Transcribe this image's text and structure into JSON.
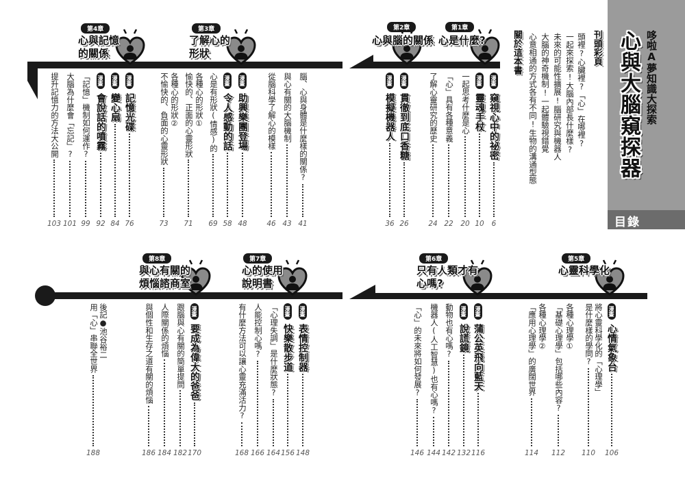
{
  "book": {
    "series": "哆啦A夢知識大探索",
    "title": "心與大腦窺探器",
    "toc_label": "目錄"
  },
  "front": {
    "color_pages_label": "刊頭彩頁",
    "color_pages_lines": [
      "頭裡?心臟裡?「心」在哪裡?",
      "一起來探索!大腦內部長什麼樣?",
      "未來的可能性擴展!腦研究與機器人",
      "大腦的神奇機制!一起體驗視錯覺",
      "心意相通的方式各有不同!生物的溝通型態"
    ],
    "about_label": "關於這本書"
  },
  "comic_badge": "漫畫",
  "chapters": [
    {
      "number": "第1章",
      "title_lines": [
        "心是什麼?"
      ]
    },
    {
      "number": "第2章",
      "title_lines": [
        "心與腦的關係"
      ]
    },
    {
      "number": "第3章",
      "title_lines": [
        "了解心的",
        "形狀"
      ]
    },
    {
      "number": "第4章",
      "title_lines": [
        "心與記憶",
        "的關係"
      ]
    },
    {
      "number": "第5章",
      "title_lines": [
        "心靈科學化"
      ]
    },
    {
      "number": "第6章",
      "title_lines": [
        "只有人類才有",
        "心嗎?"
      ]
    },
    {
      "number": "第7章",
      "title_lines": [
        "心的使用",
        "說明書"
      ]
    },
    {
      "number": "第8章",
      "title_lines": [
        "與心有關的",
        "煩惱諮商室"
      ]
    }
  ],
  "entries": [
    {
      "comic": true,
      "lines": [
        "窺視心中的祕密"
      ],
      "page": "6"
    },
    {
      "comic": true,
      "lines": [
        "靈魂手杖"
      ],
      "page": "10"
    },
    {
      "comic": false,
      "lines": [
        "一起思考什麼是心"
      ],
      "page": "20"
    },
    {
      "comic": false,
      "lines": [
        "「心」具有各種意義"
      ],
      "page": "22"
    },
    {
      "comic": false,
      "lines": [
        "了解心靈研究的歷史"
      ],
      "page": "24"
    },
    {
      "comic": true,
      "lines": [
        "貫徹到底口香糖"
      ],
      "page": "26"
    },
    {
      "comic": true,
      "lines": [
        "模擬機器人"
      ],
      "page": "36"
    },
    {
      "comic": false,
      "lines": [
        "腦、心與身體是什麼樣的關係?"
      ],
      "page": "41"
    },
    {
      "comic": false,
      "lines": [
        "與心有關的大腦機制"
      ],
      "page": "43"
    },
    {
      "comic": false,
      "lines": [
        "從腦科學了解心的模樣"
      ],
      "page": "46"
    },
    {
      "comic": true,
      "lines": [
        "助興樂團登場"
      ],
      "page": "48"
    },
    {
      "comic": true,
      "lines": [
        "令人感動的話"
      ],
      "page": "58"
    },
    {
      "comic": false,
      "lines": [
        "心是有形狀(情感)的"
      ],
      "page": "69"
    },
    {
      "comic": false,
      "lines": [
        "各種心的形狀①",
        "愉快的、正面的心靈形狀"
      ],
      "page": "71"
    },
    {
      "comic": false,
      "lines": [
        "各種心的形狀②",
        "不愉快的、負面的心靈形狀"
      ],
      "page": "73"
    },
    {
      "comic": true,
      "lines": [
        "記憶光碟"
      ],
      "page": "76"
    },
    {
      "comic": true,
      "lines": [
        "變心扇"
      ],
      "page": "84"
    },
    {
      "comic": true,
      "lines": [
        "會說話的噴霧"
      ],
      "page": "92"
    },
    {
      "comic": false,
      "lines": [
        "「記憶」機制如何運作?"
      ],
      "page": "99"
    },
    {
      "comic": false,
      "lines": [
        "大腦為什麼會「忘記」?"
      ],
      "page": "101"
    },
    {
      "comic": false,
      "lines": [
        "提升記憶力的方法大公開"
      ],
      "page": "103"
    },
    {
      "comic": true,
      "lines": [
        "心情氣象台"
      ],
      "page": "106"
    },
    {
      "comic": false,
      "lines": [
        "將心靈科學化的「心理學」",
        "是什麼樣的學問?"
      ],
      "page": "110"
    },
    {
      "comic": false,
      "lines": [
        "各種心理學①",
        "「基礎心理學」包括哪些內容?"
      ],
      "page": "112"
    },
    {
      "comic": false,
      "lines": [
        "各種心理學②",
        "「應用心理學」的廣闊世界"
      ],
      "page": "114"
    },
    {
      "comic": true,
      "lines": [
        "蒲公英飛向藍天"
      ],
      "page": "116"
    },
    {
      "comic": true,
      "lines": [
        "說謊鏡"
      ],
      "page": "132"
    },
    {
      "comic": false,
      "lines": [
        "動物也有心嗎?"
      ],
      "page": "142"
    },
    {
      "comic": false,
      "lines": [
        "機器人(人工智慧)也有心嗎?"
      ],
      "page": "144"
    },
    {
      "comic": false,
      "lines": [
        "「心」的未來將如何發展?"
      ],
      "page": "146"
    },
    {
      "comic": true,
      "lines": [
        "表情控制器"
      ],
      "page": "148"
    },
    {
      "comic": true,
      "lines": [
        "快樂散步道"
      ],
      "page": "156"
    },
    {
      "comic": false,
      "lines": [
        "「心理失調」是什麼狀態?"
      ],
      "page": "164"
    },
    {
      "comic": false,
      "lines": [
        "人能控制心嗎?"
      ],
      "page": "166"
    },
    {
      "comic": false,
      "lines": [
        "有什麼方法可以讓心靈充滿活力?"
      ],
      "page": "168"
    },
    {
      "comic": true,
      "lines": [
        "要成為偉大的爸爸"
      ],
      "page": "170"
    },
    {
      "comic": false,
      "lines": [
        "跟腦與心有關的簡單提問"
      ],
      "page": "182"
    },
    {
      "comic": false,
      "lines": [
        "人際關係的煩惱"
      ],
      "page": "184"
    },
    {
      "comic": false,
      "lines": [
        "與個性和生存之道有關的煩惱"
      ],
      "page": "186"
    },
    {
      "comic": false,
      "lines": [
        "後記●池谷裕二",
        "用「心」串聯全世界"
      ],
      "page": "188"
    }
  ],
  "colors": {
    "panel": "#9b9b9b",
    "panel_strip": "#6c6c6c",
    "timeline": "#1a1a1a",
    "heart": "#8a8a8a"
  }
}
